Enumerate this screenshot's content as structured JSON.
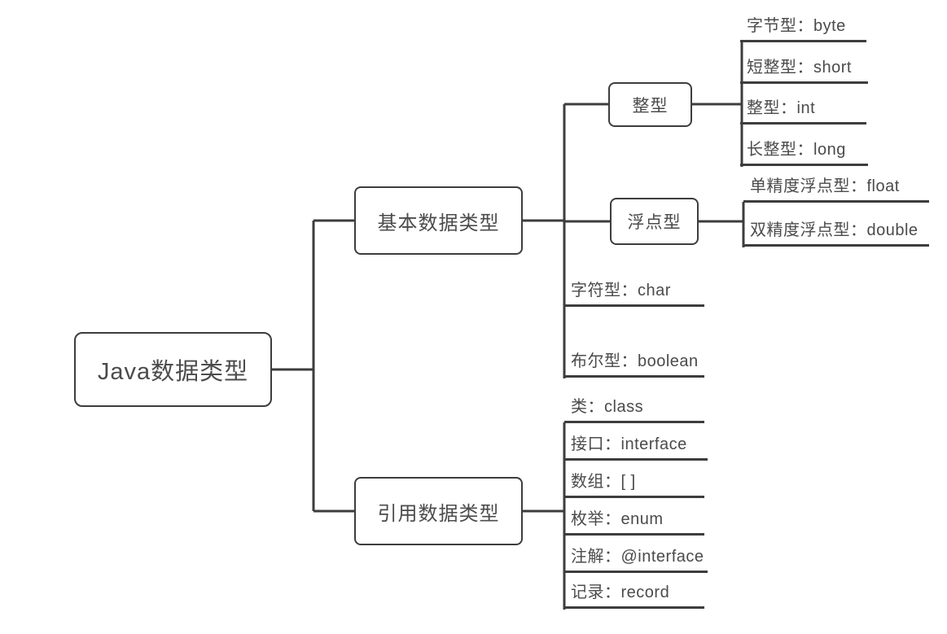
{
  "mindmap": {
    "root": {
      "label": "Java数据类型"
    },
    "basic": {
      "label": "基本数据类型",
      "integer": {
        "label": "整型",
        "leaves": [
          {
            "label": "字节型：byte"
          },
          {
            "label": "短整型：short"
          },
          {
            "label": "整型：int"
          },
          {
            "label": "长整型：long"
          }
        ]
      },
      "floating": {
        "label": "浮点型",
        "leaves": [
          {
            "label": "单精度浮点型：float"
          },
          {
            "label": "双精度浮点型：double"
          }
        ]
      },
      "leaves": [
        {
          "label": "字符型：char"
        },
        {
          "label": "布尔型：boolean"
        }
      ]
    },
    "reference": {
      "label": "引用数据类型",
      "leaves": [
        {
          "label": "类：class"
        },
        {
          "label": "接口：interface"
        },
        {
          "label": "数组：[ ]"
        },
        {
          "label": "枚举：enum"
        },
        {
          "label": "注解：@interface"
        },
        {
          "label": "记录：record"
        }
      ]
    }
  },
  "colors": {
    "line": "#3d3d3d",
    "text": "#4b4b4b",
    "background": "#ffffff"
  }
}
